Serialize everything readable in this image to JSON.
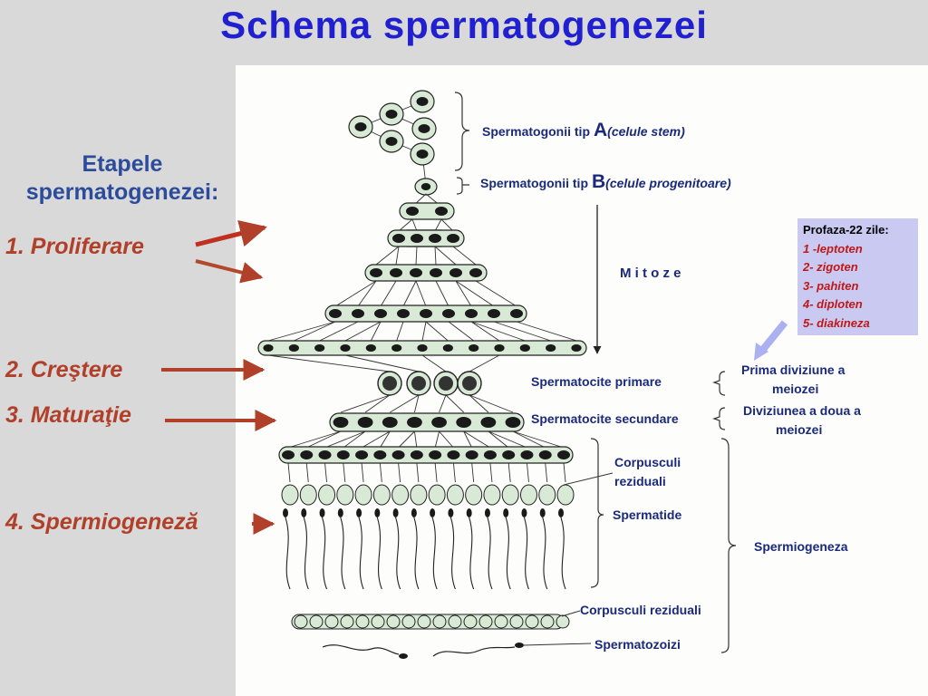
{
  "title": "Schema  spermatogenezei",
  "left": {
    "heading_line1": "Etapele",
    "heading_line2": "spermatogenezei:",
    "stages": [
      "1. Proliferare",
      "2. Creştere",
      "3. Maturaţie",
      "4. Spermiogeneză"
    ]
  },
  "labels": {
    "sg_a": "Spermatogonii tip",
    "sg_a_letter": "A",
    "sg_a_note": "(celule stem)",
    "sg_b": "Spermatogonii tip",
    "sg_b_letter": "B",
    "sg_b_note": "(celule progenitoare)",
    "mitoze": "M i t o z e",
    "sc1": "Spermatocite primare",
    "sc2": "Spermatocite secundare",
    "meioza1_l1": "Prima diviziune a",
    "meioza1_l2": "meiozei",
    "meioza2_l1": "Diviziunea a doua a",
    "meioza2_l2": "meiozei",
    "corpusculi1_l1": "Corpusculi",
    "corpusculi1_l2": "reziduali",
    "spermatide": "Spermatide",
    "spermiogeneza": "Spermiogeneza",
    "corpusculi2": "Corpusculi reziduali",
    "spermatozoizi": "Spermatozoizi"
  },
  "profaza": {
    "heading": "Profaza-22 zile:",
    "items": [
      "1 -leptoten",
      "2- zigoten",
      "3- pahiten",
      "4- diploten",
      "5- diakineza"
    ]
  },
  "colors": {
    "title": "#2020d0",
    "stage": "#b0402a",
    "label": "#1a2a7a",
    "cell_fill": "#d8ead6",
    "nucleus": "#1a1a1a",
    "profaza_bg": "#c9c9f2"
  }
}
